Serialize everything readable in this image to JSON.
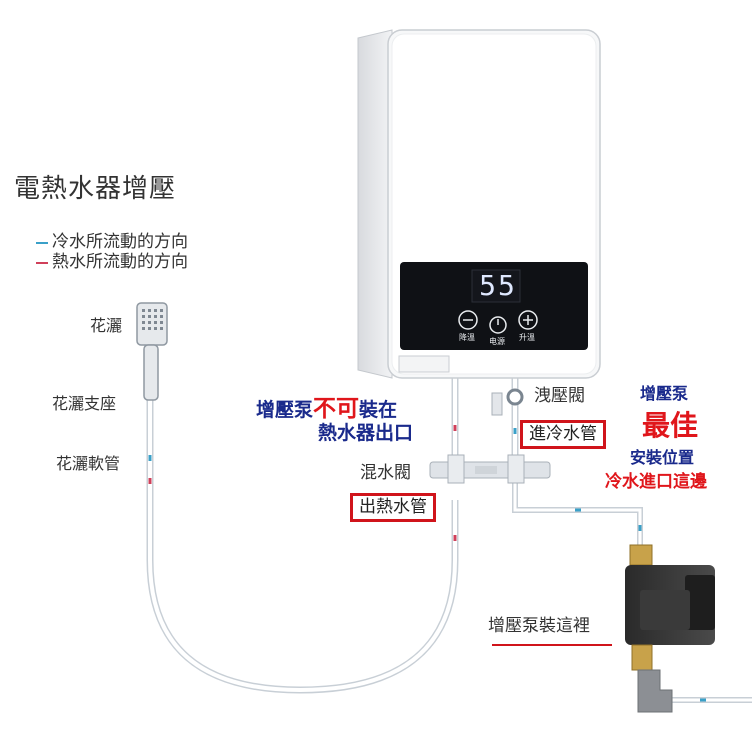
{
  "title": "電熱水器增壓",
  "legend": {
    "cold": {
      "label": "冷水所流動的方向",
      "color": "#3aa0c8"
    },
    "hot": {
      "label": "熱水所流動的方向",
      "color": "#d0405a"
    }
  },
  "display_value": "55",
  "panel": {
    "minus_label": "降溫",
    "power_label": "电源",
    "plus_label": "升溫"
  },
  "labels": {
    "shower_head": "花灑",
    "shower_bracket": "花灑支座",
    "shower_hose": "花灑軟管",
    "relief_valve": "洩壓閥",
    "mixing_valve": "混水閥",
    "cold_inlet": "進冷水管",
    "hot_outlet": "出熱水管",
    "pump_here": "增壓泵裝這裡"
  },
  "warning": {
    "line1_a": "增壓泵",
    "line1_b": "不可",
    "line1_c": "裝在",
    "line2": "熱水器出口"
  },
  "best": {
    "line1": "增壓泵",
    "line2": "最佳",
    "line3": "安裝位置",
    "line4": "冷水進口這邊"
  },
  "colors": {
    "accent_red": "#e0161b",
    "accent_blue": "#1a2a8c",
    "box_border": "#d0141b"
  }
}
